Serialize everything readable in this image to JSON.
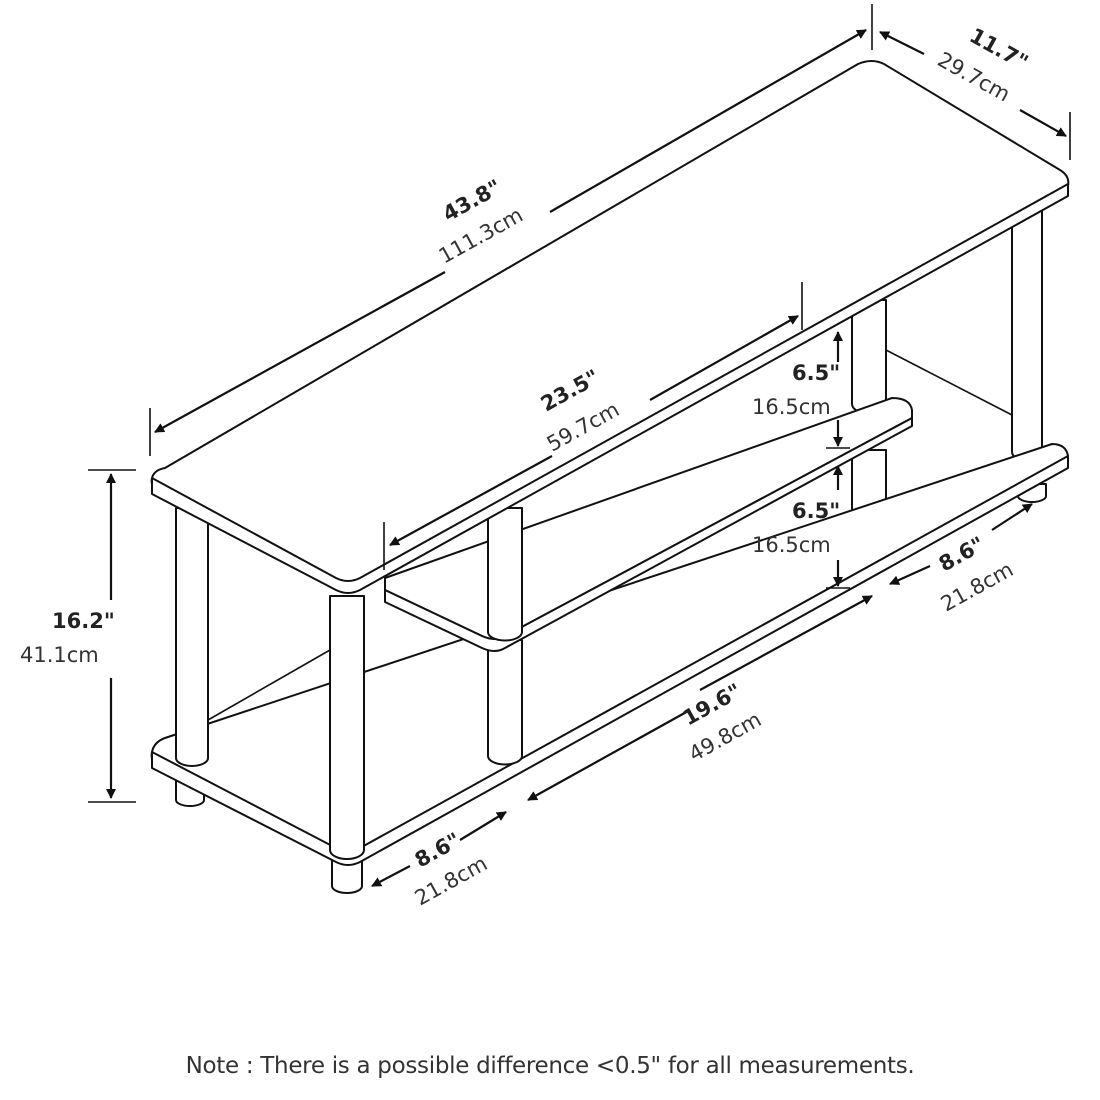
{
  "diagram": {
    "subject": "3-tier TV stand dimension drawing",
    "dimensions": {
      "width": {
        "inches": "43.8\"",
        "cm": "111.3cm"
      },
      "depth": {
        "inches": "11.7\"",
        "cm": "29.7cm"
      },
      "height": {
        "inches": "16.2\"",
        "cm": "41.1cm"
      },
      "middle_shelf_width": {
        "inches": "23.5\"",
        "cm": "59.7cm"
      },
      "upper_clearance": {
        "inches": "6.5\"",
        "cm": "16.5cm"
      },
      "lower_clearance": {
        "inches": "6.5\"",
        "cm": "16.5cm"
      },
      "bottom_right_depth": {
        "inches": "8.6\"",
        "cm": "21.8cm"
      },
      "bottom_center_width": {
        "inches": "19.6\"",
        "cm": "49.8cm"
      },
      "bottom_left_depth": {
        "inches": "8.6\"",
        "cm": "21.8cm"
      }
    }
  },
  "footer": {
    "note": "Note : There is a possible difference <0.5\" for all measurements."
  }
}
